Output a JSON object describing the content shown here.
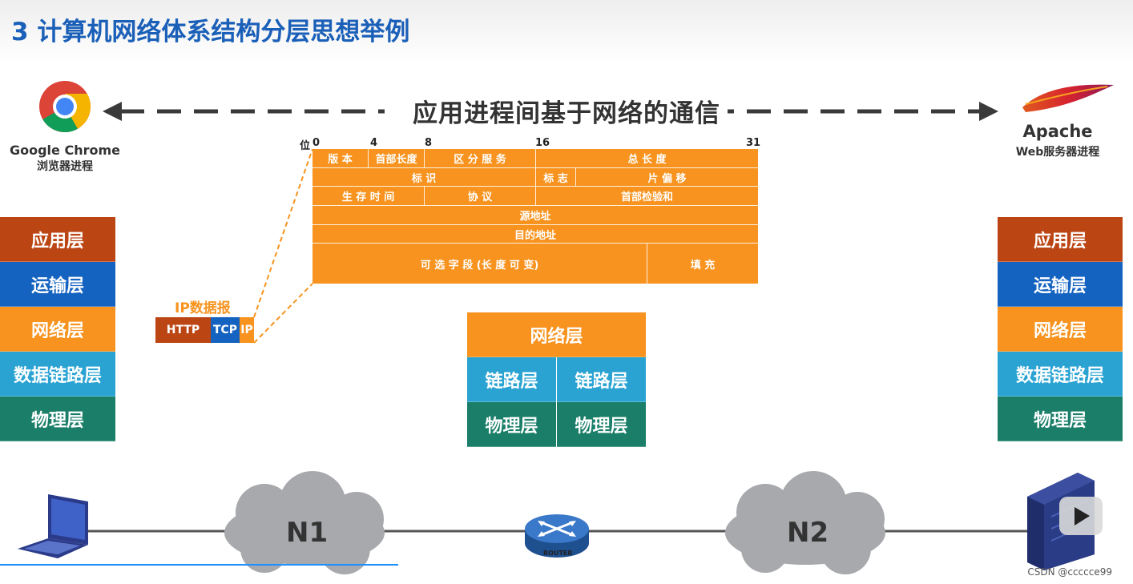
{
  "title": "3 计算机网络体系结构分层思想举例",
  "comm_label": "应用进程间基于网络的通信",
  "left_process": {
    "name": "Google Chrome",
    "desc": "浏览器进程"
  },
  "right_process": {
    "name": "Apache",
    "desc": "Web服务器进程"
  },
  "host_layers": [
    {
      "label": "应用层",
      "color": "#bb4513"
    },
    {
      "label": "运输层",
      "color": "#1563c0"
    },
    {
      "label": "网络层",
      "color": "#f7931e"
    },
    {
      "label": "数据链路层",
      "color": "#2aa3d3"
    },
    {
      "label": "物理层",
      "color": "#1a7e68"
    }
  ],
  "router_layers": {
    "network": "网络层",
    "link": "链路层",
    "physical": "物理层"
  },
  "ip_datagram": {
    "label": "IP数据报",
    "parts": [
      "HTTP",
      "TCP",
      "IP"
    ]
  },
  "header": {
    "bit_prefix": "位",
    "bits": [
      "0",
      "4",
      "8",
      "16",
      "31"
    ],
    "fields": {
      "version": "版 本",
      "ihl": "首部长度",
      "tos": "区 分 服 务",
      "total_length": "总 长 度",
      "identification": "标 识",
      "flags": "标 志",
      "fragment_offset": "片 偏 移",
      "ttl": "生 存 时 间",
      "protocol": "协 议",
      "checksum": "首部检验和",
      "src": "源地址",
      "dst": "目的地址",
      "options": "可 选 字 段 (长 度 可 变)",
      "padding": "填 充"
    }
  },
  "network": {
    "n1": "N1",
    "n2": "N2",
    "router": "ROUTER"
  },
  "footer": "CSDN @ccccce99"
}
